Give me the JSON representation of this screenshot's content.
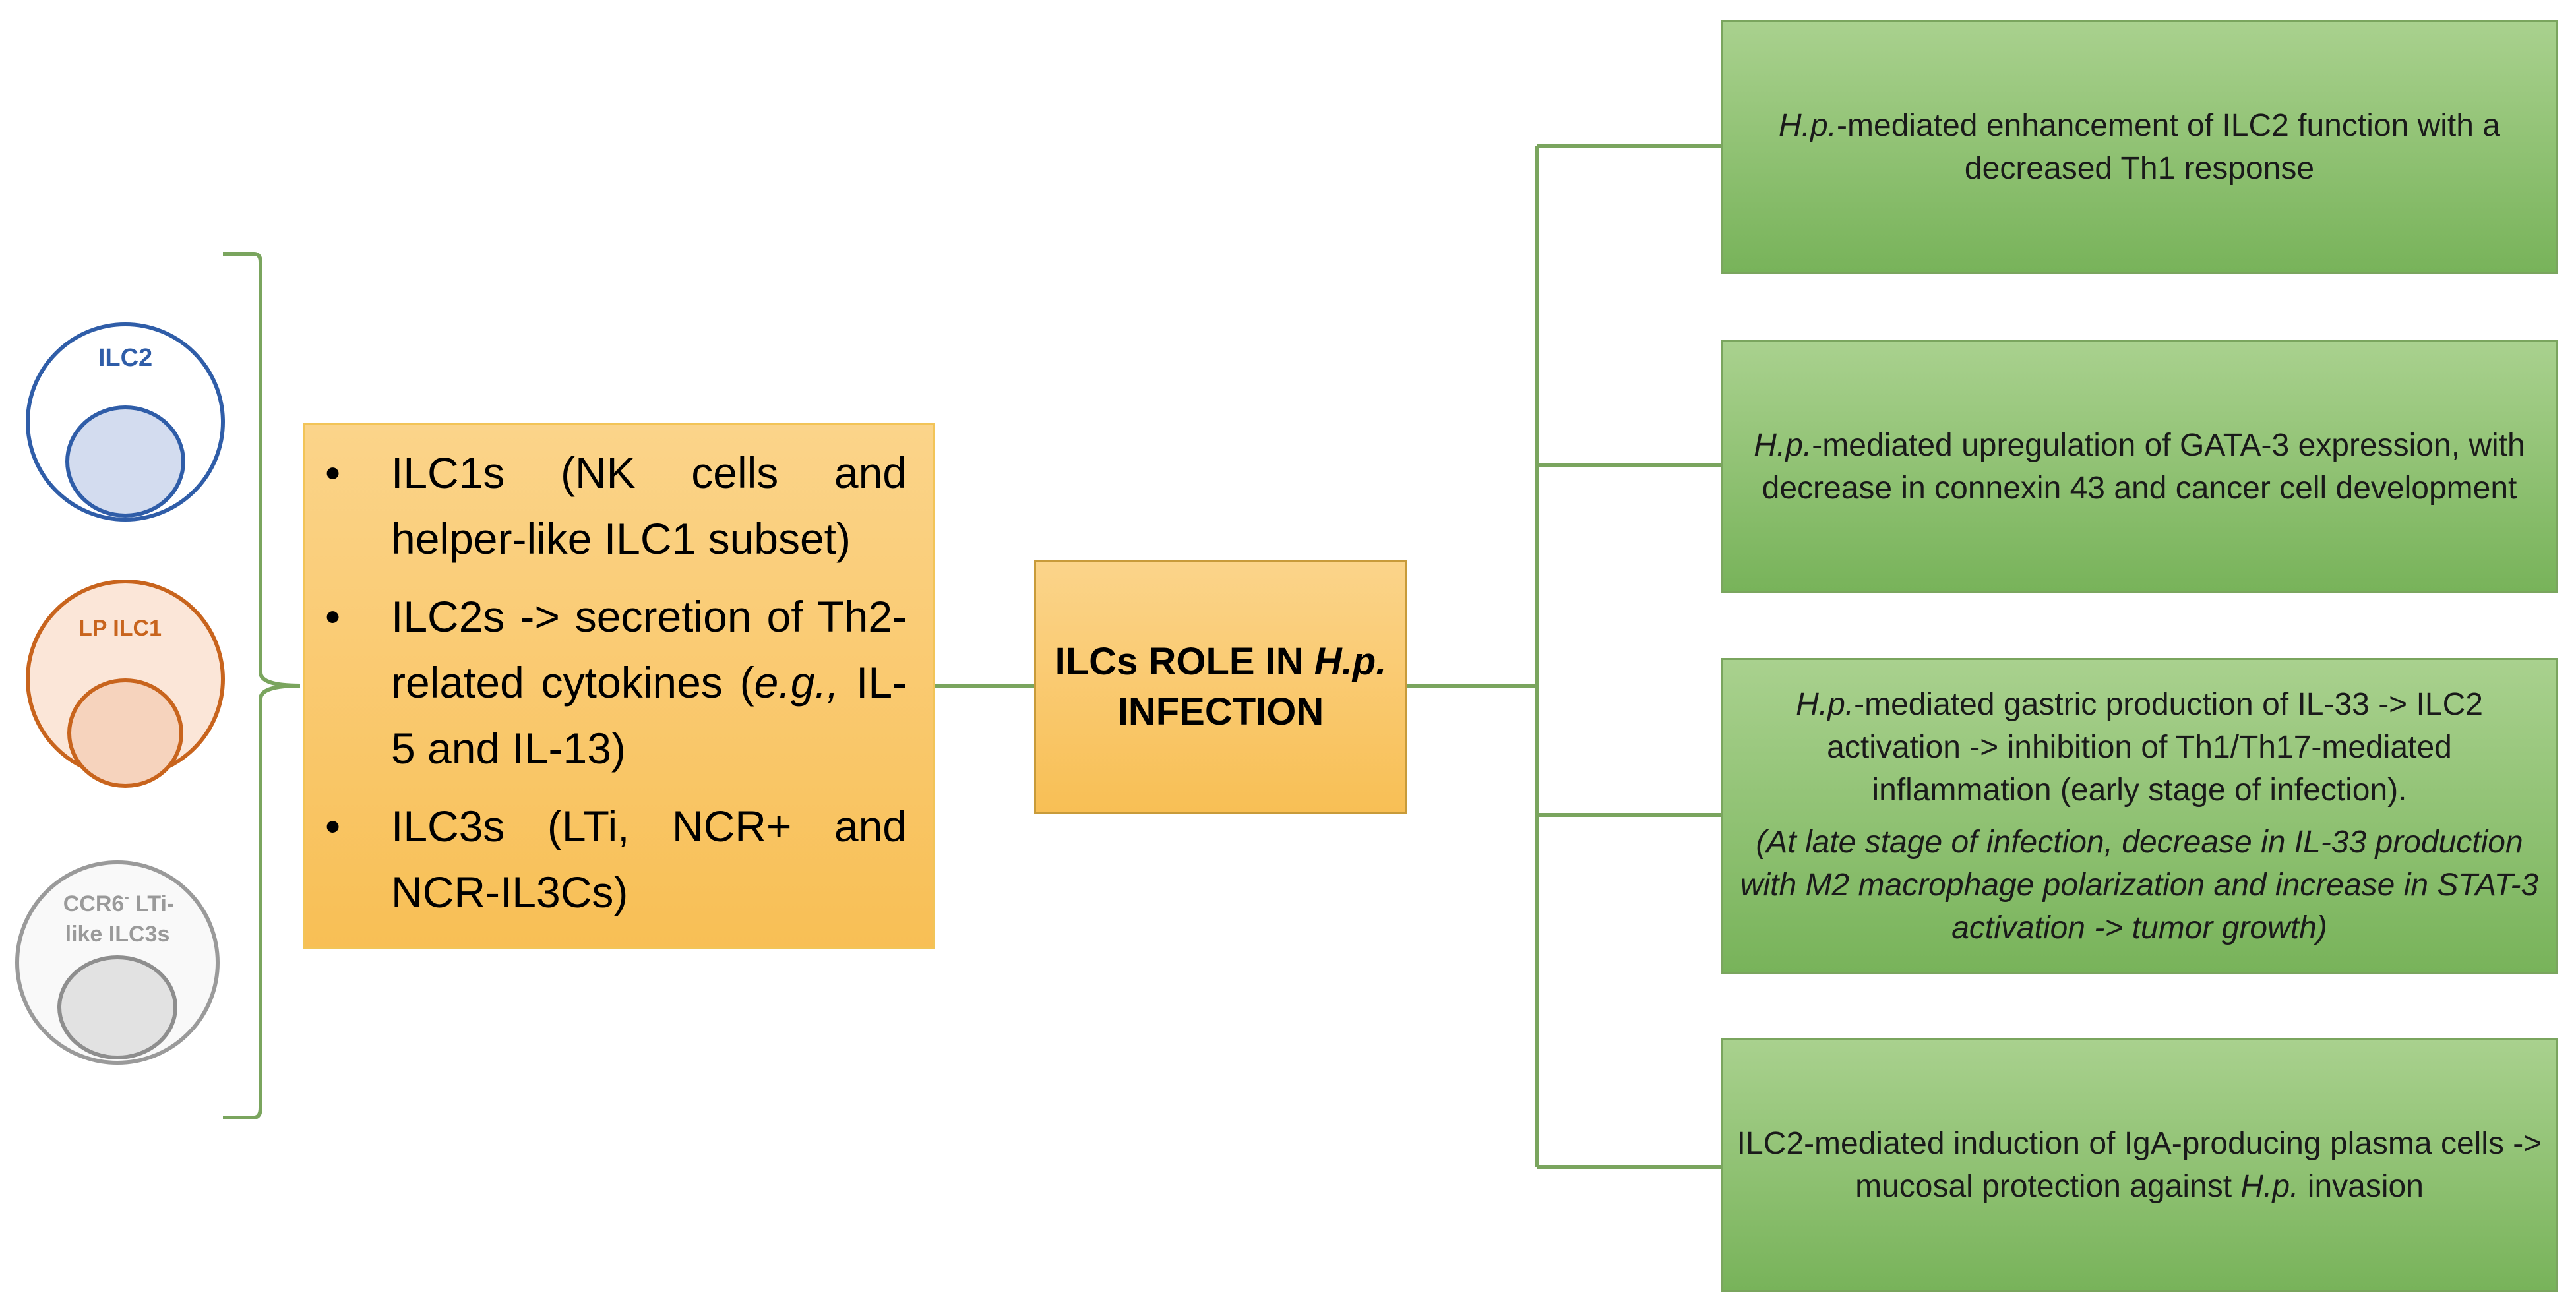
{
  "colors": {
    "connector": "#7aa55e",
    "orange_fill": "#f9c86a",
    "green_fill": "#92c374",
    "ilc2_stroke": "#2f5da8",
    "ilc1_stroke": "#c8641d",
    "ilc3_stroke": "#9a9a9a"
  },
  "cells": {
    "ilc2": {
      "label": "ILC2"
    },
    "lp_ilc1": {
      "label": "LP ILC1"
    },
    "ilc3": {
      "label_line1": "CCR6",
      "label_sup": "-",
      "label_line1_suffix": " LTi-",
      "label_line2": "like ILC3s"
    }
  },
  "ilc_types": [
    {
      "parts": [
        "ILC1s (NK cells and helper-like ILC1 subset)"
      ]
    },
    {
      "parts": [
        "ILC2s -> secretion of Th2-related cytokines (",
        "e.g.,",
        " IL-5 and IL-13)"
      ]
    },
    {
      "parts": [
        "ILC3s (LTi, NCR+ and NCR-IL3Cs)"
      ]
    }
  ],
  "center": {
    "title_prefix": "ILCs ROLE IN ",
    "title_italic": "H.p.",
    "title_line2": "INFECTION"
  },
  "effects": [
    {
      "italic_prefix": "H.p.",
      "text": "-mediated enhancement of ILC2 function with a decreased Th1 response"
    },
    {
      "italic_prefix": "H.p.",
      "text": "-mediated upregulation of GATA-3 expression, with decrease in connexin 43 and cancer cell development"
    },
    {
      "italic_prefix": "H.p.",
      "text": "-mediated gastric production of IL-33 -> ILC2 activation -> inhibition of Th1/Th17-mediated inflammation (early stage of infection).",
      "note": "(At late stage of infection, decrease in IL-33 production with M2 macrophage polarization and increase in STAT-3 activation -> tumor growth)"
    },
    {
      "text_before": "ILC2-mediated induction of IgA-producing plasma cells -> mucosal protection against ",
      "italic_mid": "H.p.",
      "text_after": " invasion"
    }
  ]
}
